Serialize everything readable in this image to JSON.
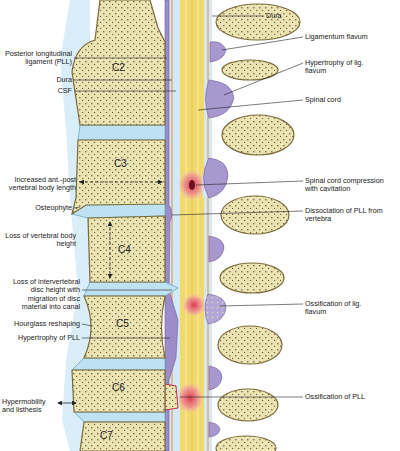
{
  "diagram": {
    "labels": [
      "Posterior longitudinal ligament (PLL)",
      "Dura",
      "CSF",
      "Increased ant.-post vertebral body length",
      "Osteophyte",
      "Loss of vertebral body height",
      "Loss of intervertebral disc height with migration of disc material into canal",
      "Hourglass reshaping",
      "Hypertrophy of PLL",
      "Hypermobility and listhesis",
      "C2",
      "C3",
      "C4",
      "C5",
      "C6",
      "C7",
      "Dura",
      "Ligamentum flavum",
      "Hypertrophy of lig. flavum",
      "Spinal cord",
      "Spinal cord compression with cavitation",
      "Dissociation of PLL from vertebra",
      "Ossification of lig. flavum",
      "Ossification of PLL"
    ]
  }
}
